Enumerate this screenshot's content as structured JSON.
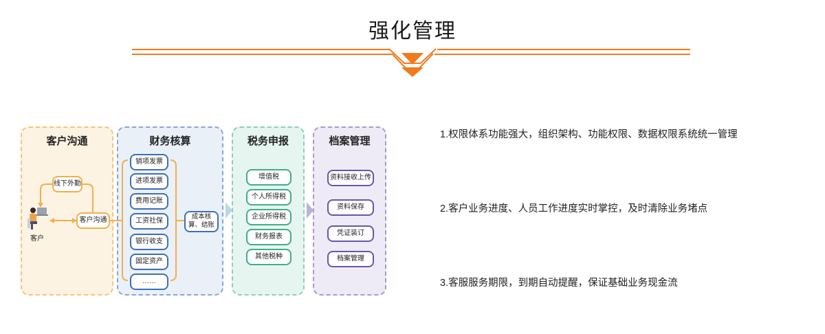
{
  "header": {
    "title": "强化管理"
  },
  "colors": {
    "accent": "#f07a1e",
    "panel_orange": "#f6c37a",
    "panel_blue": "#8aa5cc",
    "panel_green": "#8ccfb8",
    "panel_purple": "#a899cc"
  },
  "diagram": {
    "panels": [
      {
        "title": "客户沟通",
        "items": [
          "线下外勤",
          "客户沟通"
        ],
        "person_label": "客户"
      },
      {
        "title": "财务核算",
        "items": [
          "销项发票",
          "进项发票",
          "费用记账",
          "工资社保",
          "银行收支",
          "固定资产",
          "……"
        ],
        "result": "成本核算、结账"
      },
      {
        "title": "税务申报",
        "items": [
          "增值税",
          "个人所得税",
          "企业所得税",
          "财务报表",
          "其他税种"
        ]
      },
      {
        "title": "档案管理",
        "items": [
          "资料接收上传",
          "资料保存",
          "凭证装订",
          "档案管理"
        ]
      }
    ]
  },
  "features": [
    "1.权限体系功能强大，组织架构、功能权限、数据权限系统统一管理",
    "2.客户业务进度、人员工作进度实时掌控，及时清除业务堵点",
    "3.客服服务期限，到期自动提醒，保证基础业务现金流"
  ]
}
